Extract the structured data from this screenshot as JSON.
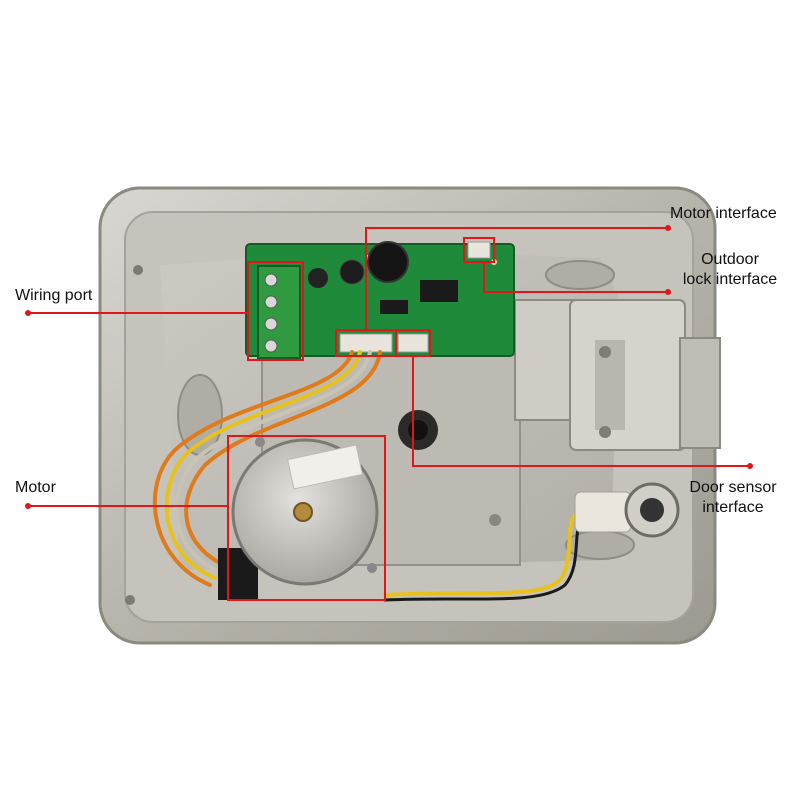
{
  "labels": {
    "wiring_port": "Wiring port",
    "motor": "Motor",
    "motor_interface": "Motor interface",
    "outdoor_lock_line1": "Outdoor",
    "outdoor_lock_line2": "lock interface",
    "door_sensor_line1": "Door sensor",
    "door_sensor_line2": "interface"
  },
  "colors": {
    "callout": "#e0161b",
    "housing": "#b9b6ae",
    "pcb": "#1f8a3a",
    "terminal": "#2f9a3f",
    "motor_can": "#c9c8c3",
    "wire_orange": "#e07b1a",
    "wire_yellow": "#e8c21a"
  }
}
